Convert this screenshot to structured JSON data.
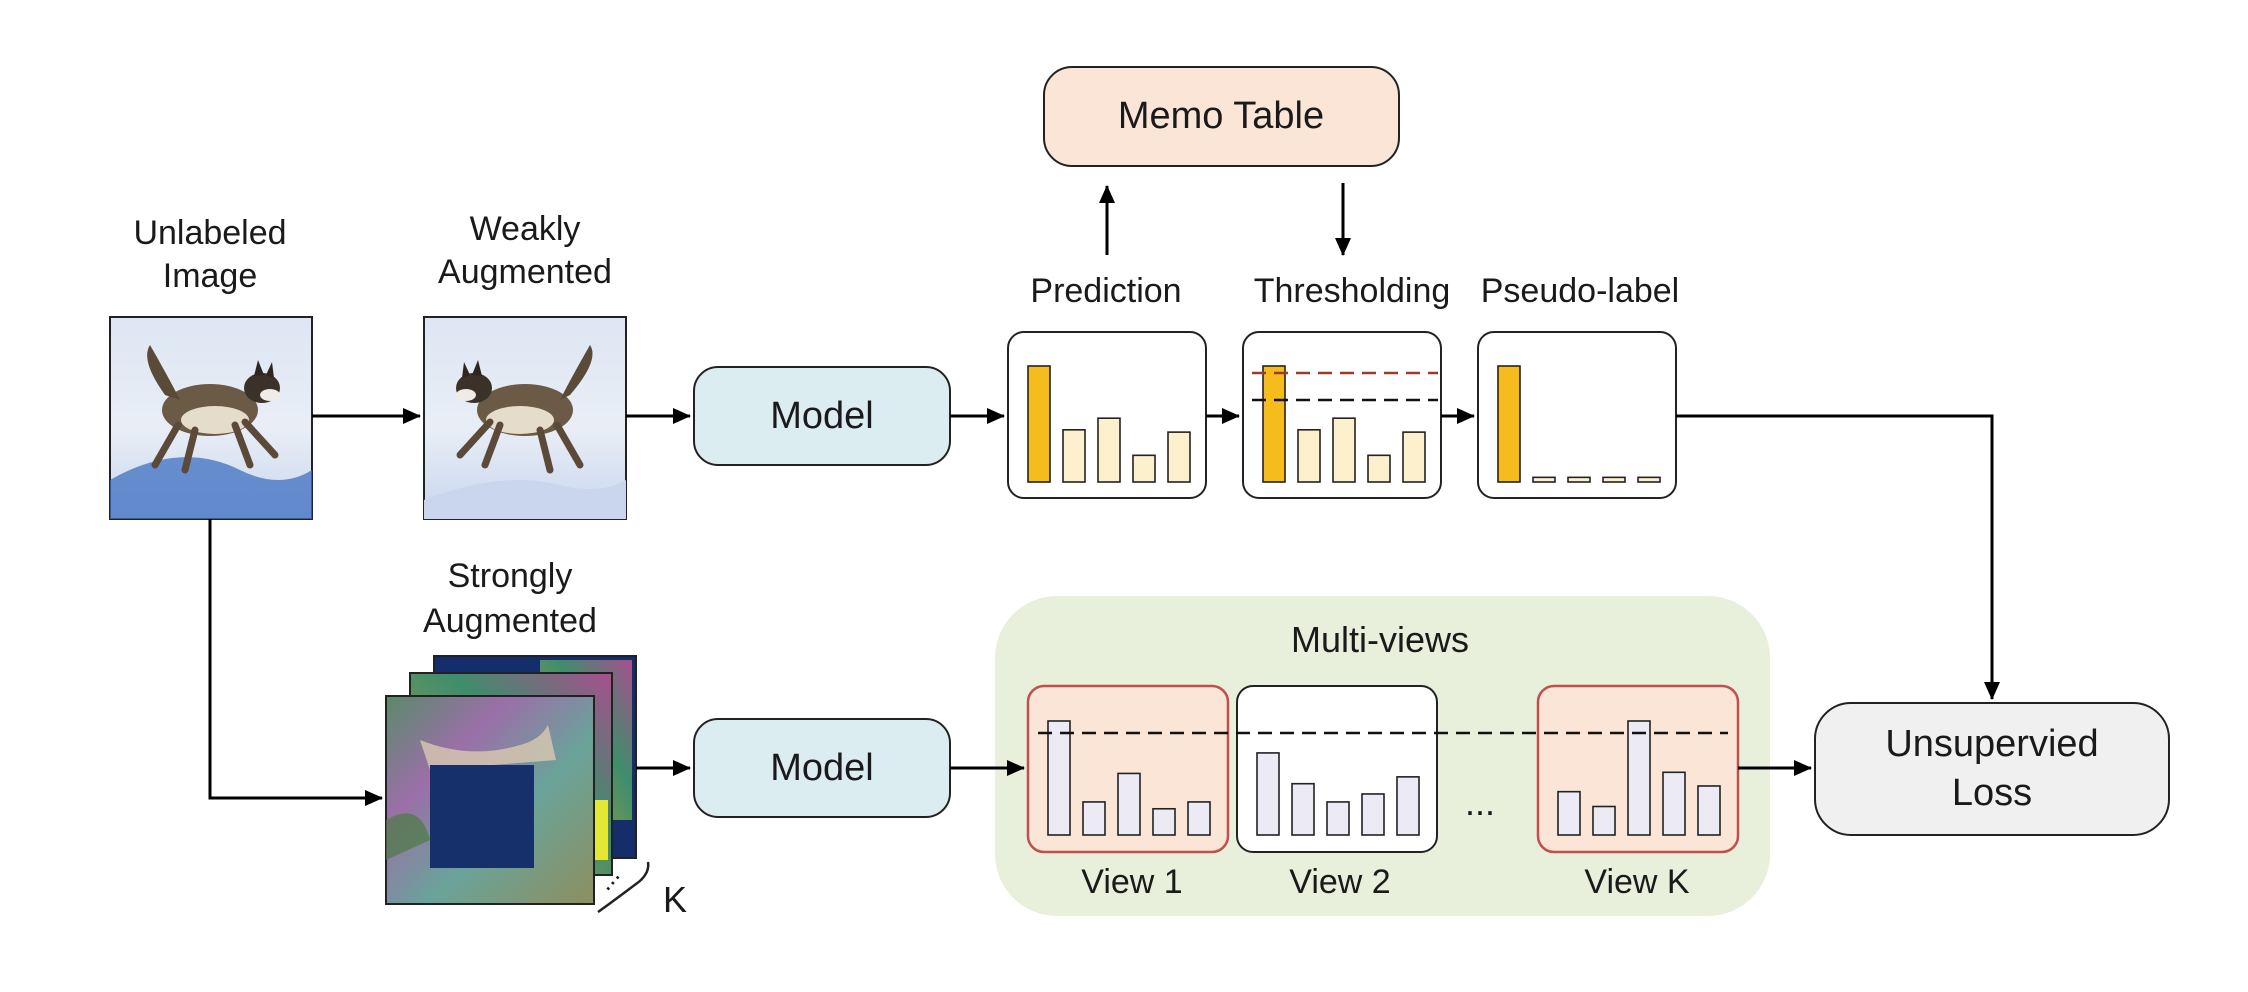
{
  "labels": {
    "unlabeled": [
      "Unlabeled",
      "Image"
    ],
    "weak": [
      "Weakly",
      "Augmented"
    ],
    "strong": [
      "Strongly",
      "Augmented"
    ],
    "k": "K",
    "model_top": "Model",
    "model_bottom": "Model",
    "memo": "Memo Table",
    "prediction": "Prediction",
    "thresholding": "Thresholding",
    "pseudo": "Pseudo-label",
    "multiviews": "Multi-views",
    "view1": "View 1",
    "view2": "View 2",
    "viewk": "View K",
    "ellipsis": "...",
    "loss": [
      "Unsupervied",
      "Loss"
    ]
  },
  "colors": {
    "model_fill": "#dcedf2",
    "memo_fill": "#fbe5d6",
    "multiviews_fill": "#e8efdb",
    "view_fill": "#fbe5d6",
    "view_border": "#c0504d",
    "loss_fill": "#f0f0f0",
    "bar_top": "#f6bb1c",
    "bar_light": "#fdf1cd",
    "bar_view": "#ecebf5",
    "threshold_red": "#9c3b2b"
  },
  "bars": {
    "prediction": [
      1.0,
      0.45,
      0.55,
      0.23,
      0.43
    ],
    "thresholding": [
      1.0,
      0.45,
      0.55,
      0.23,
      0.43
    ],
    "pseudo": [
      1.0,
      0.04,
      0.04,
      0.04,
      0.04
    ],
    "view1": [
      1.0,
      0.29,
      0.54,
      0.23,
      0.29
    ],
    "view2": [
      0.72,
      0.45,
      0.29,
      0.36,
      0.51
    ],
    "viewk": [
      0.38,
      0.25,
      1.0,
      0.55,
      0.43
    ]
  }
}
